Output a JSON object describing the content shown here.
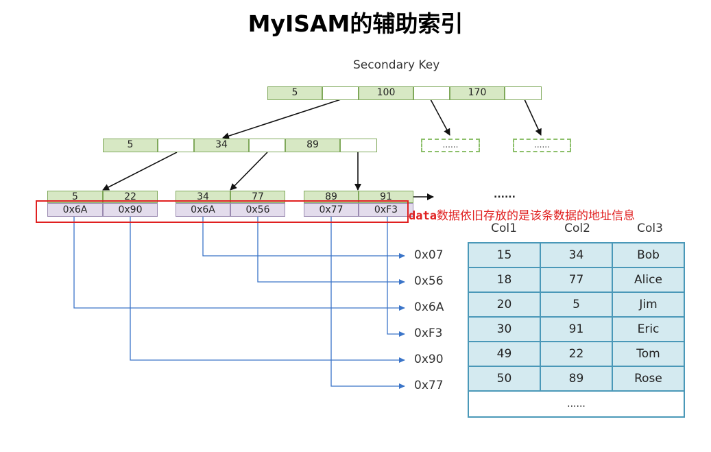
{
  "title": "MyISAM的辅助索引",
  "secondary_key_label": "Secondary Key",
  "root_keys": [
    "5",
    "100",
    "170"
  ],
  "level2_keys": [
    "5",
    "34",
    "89"
  ],
  "level2_placeholders": [
    "......",
    "......"
  ],
  "leaf_keys": [
    "5",
    "22",
    "34",
    "77",
    "89",
    "91"
  ],
  "leaf_addrs": [
    "0x6A",
    "0x90",
    "0x6A",
    "0x56",
    "0x77",
    "0xF3"
  ],
  "leaf_more": "......",
  "note_prefix": "data",
  "note_text": "数据依旧存放的是该条数据的地址信息",
  "pointers": [
    "0x07",
    "0x56",
    "0x6A",
    "0xF3",
    "0x90",
    "0x77"
  ],
  "table": {
    "headers": [
      "Col1",
      "Col2",
      "Col3"
    ],
    "rows": [
      [
        "15",
        "34",
        "Bob"
      ],
      [
        "18",
        "77",
        "Alice"
      ],
      [
        "20",
        "5",
        "Jim"
      ],
      [
        "30",
        "91",
        "Eric"
      ],
      [
        "49",
        "22",
        "Tom"
      ],
      [
        "50",
        "89",
        "Rose"
      ]
    ],
    "more": "......"
  }
}
